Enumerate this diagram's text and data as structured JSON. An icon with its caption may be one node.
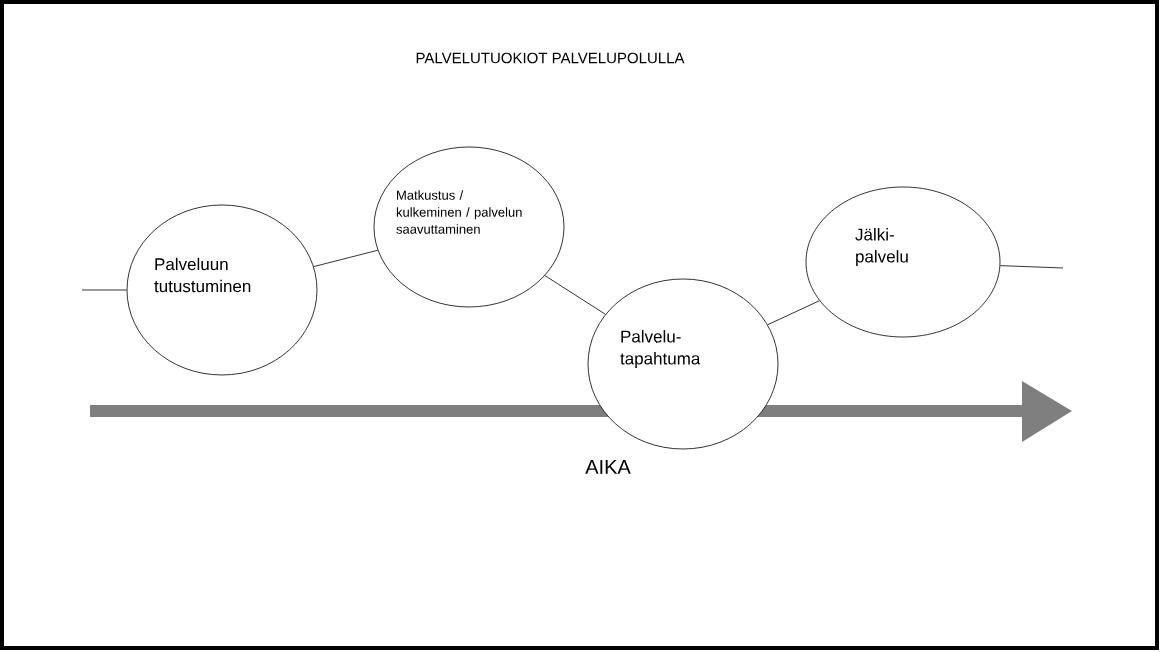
{
  "diagram": {
    "title": "PALVELUTUOKIOT PALVELUPOLULLA",
    "nodes": [
      {
        "text": [
          "Palveluun tutustuminen"
        ]
      },
      {
        "text": [
          "Matkustus / kulkeminen / palvelun saavuttaminen"
        ]
      },
      {
        "text": [
          "Palvelu- tapahtuma"
        ]
      },
      {
        "text": [
          "Jälki- palvelu"
        ]
      }
    ],
    "edges": [
      {
        "from": null,
        "to": 0,
        "arrow": "none"
      },
      {
        "from": 0,
        "to": 1,
        "arrow": "none"
      },
      {
        "from": 1,
        "to": 2,
        "arrow": "none"
      },
      {
        "from": 2,
        "to": 3,
        "arrow": "none"
      },
      {
        "from": 3,
        "to": null,
        "arrow": "none"
      }
    ],
    "labels": [
      "AIKA"
    ]
  }
}
